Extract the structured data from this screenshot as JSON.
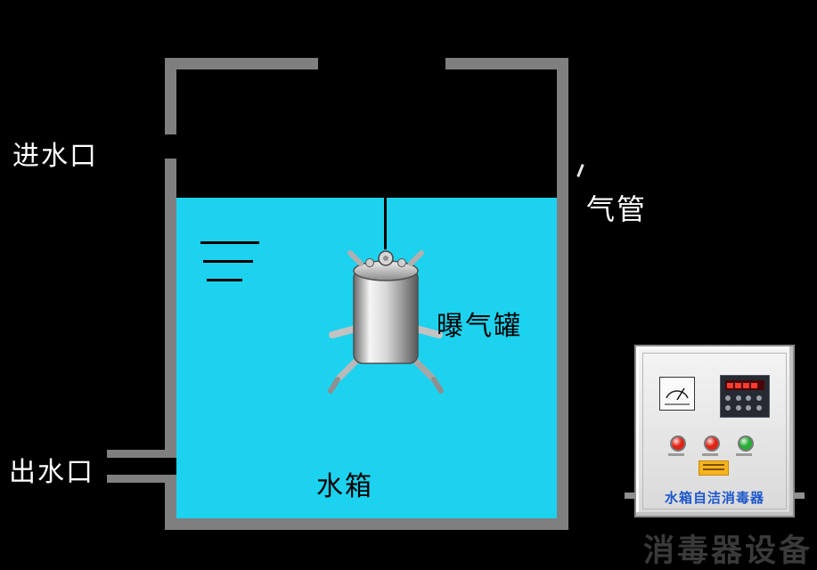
{
  "colors": {
    "background": "#000000",
    "water": "#1dd2ee",
    "tank_wall": "#7f7f7f",
    "cabinet_body": "#e9e9e9",
    "cabinet_title_blue": "#1c57cb",
    "lamp_red": "#e02414",
    "lamp_green": "#27ad35",
    "warning_yellow": "#f5b31d",
    "footer_text": "#3a3a3a"
  },
  "diagram": {
    "inlet_label": "进水口",
    "outlet_label": "出水口",
    "vent_label": "气管",
    "aeration_tank_label": "曝气罐",
    "water_tank_label": "水箱",
    "footer_label": "消毒器设备"
  },
  "cabinet": {
    "title": "水箱自洁消毒器"
  }
}
